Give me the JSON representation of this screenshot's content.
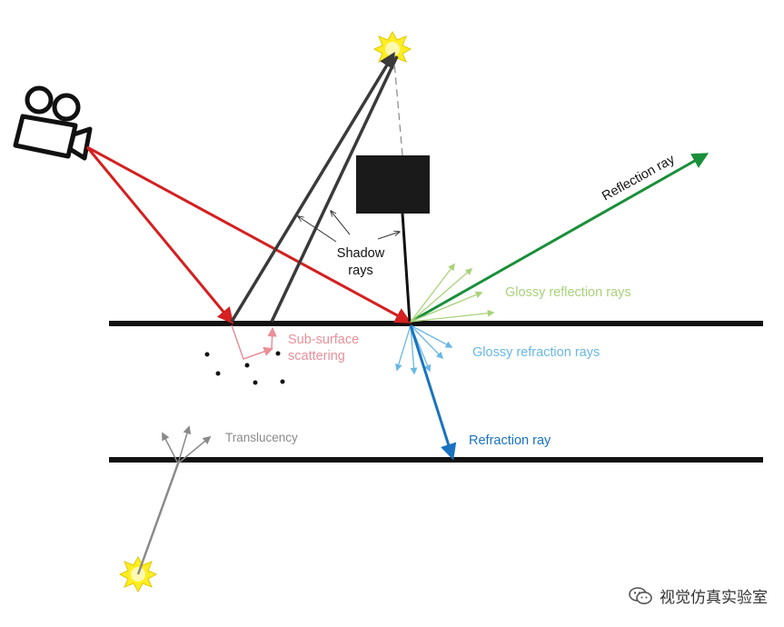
{
  "labels": {
    "reflection_ray": "Reflection ray",
    "shadow_rays_line1": "Shadow",
    "shadow_rays_line2": "rays",
    "glossy_reflection": "Glossy reflection rays",
    "glossy_refraction": "Glossy refraction rays",
    "sub_surface_line1": "Sub-surface",
    "sub_surface_line2": "scattering",
    "refraction_ray": "Refraction ray",
    "translucency": "Translucency"
  },
  "watermark": {
    "text": "视觉仿真实验室",
    "icon": "wechat-icon"
  },
  "colors": {
    "camera_ray": "#d42020",
    "shadow_ray": "#3a3a3a",
    "reflection": "#1a8f3a",
    "glossy_reflection": "#a9d27a",
    "glossy_refraction": "#6ab7e6",
    "refraction": "#1a73c0",
    "sub_surface": "#e8909a",
    "translucency": "#8a8a8a",
    "light": "#ffee22"
  }
}
